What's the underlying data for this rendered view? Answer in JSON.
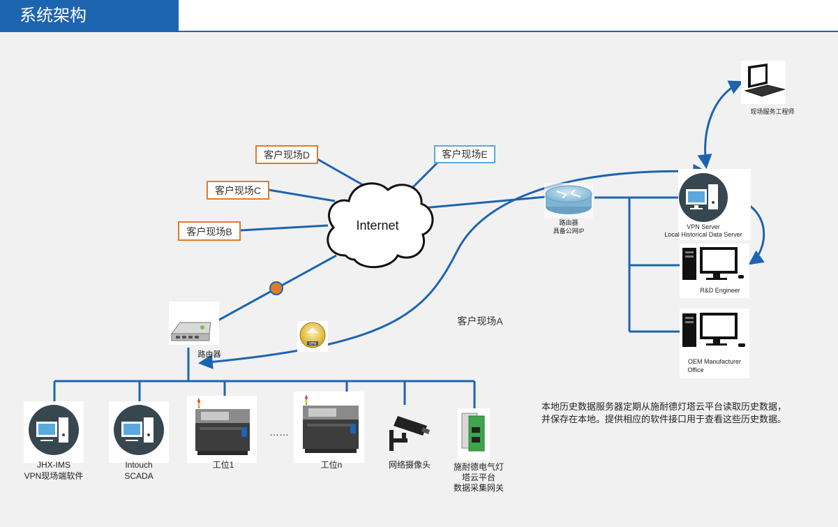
{
  "header": {
    "title": "系统架构"
  },
  "colors": {
    "accent": "#1d64b0",
    "line": "#1d64b0",
    "site_orange": "#e07b28",
    "site_blue": "#5aa9dc",
    "canvas_bg": "#f1f1f1"
  },
  "diagram": {
    "cloud": {
      "label": "Internet"
    },
    "sites": [
      {
        "label": "客户现场D",
        "border": "orange"
      },
      {
        "label": "客户现场E",
        "border": "blue"
      },
      {
        "label": "客户现场C",
        "border": "orange"
      },
      {
        "label": "客户现场B",
        "border": "orange"
      }
    ],
    "site_a_label": "客户现场A",
    "router_main": {
      "line1": "路由器",
      "line2": "具备公网IP"
    },
    "router_local": {
      "label": "路由器"
    },
    "vpn_badge": {
      "label": "VPN"
    },
    "field_engineer": {
      "label": "现场服务工程师"
    },
    "vpn_server": {
      "line1": "VPN Server",
      "line2": "Local Historical Data Server"
    },
    "rd_engineer": {
      "label": "R&D Engineer"
    },
    "oem": {
      "line1": "OEM Manufacturer",
      "line2": "Office"
    },
    "devices": [
      {
        "line1": "JHX-IMS",
        "line2": "VPN现场端软件"
      },
      {
        "line1": "Intouch",
        "line2": "SCADA"
      },
      {
        "line1": "工位1"
      },
      {
        "line1": "工位n"
      },
      {
        "line1": "网络摄像头"
      },
      {
        "line1": "施耐德电气灯",
        "line2": "塔云平台",
        "line3": "数据采集网关"
      }
    ],
    "ellipsis": "……"
  },
  "note": {
    "line1": "本地历史数据服务器定期从施耐德灯塔云平台读取历史数据，",
    "line2": "并保存在本地。提供相应的软件接口用于查看这些历史数据。"
  }
}
